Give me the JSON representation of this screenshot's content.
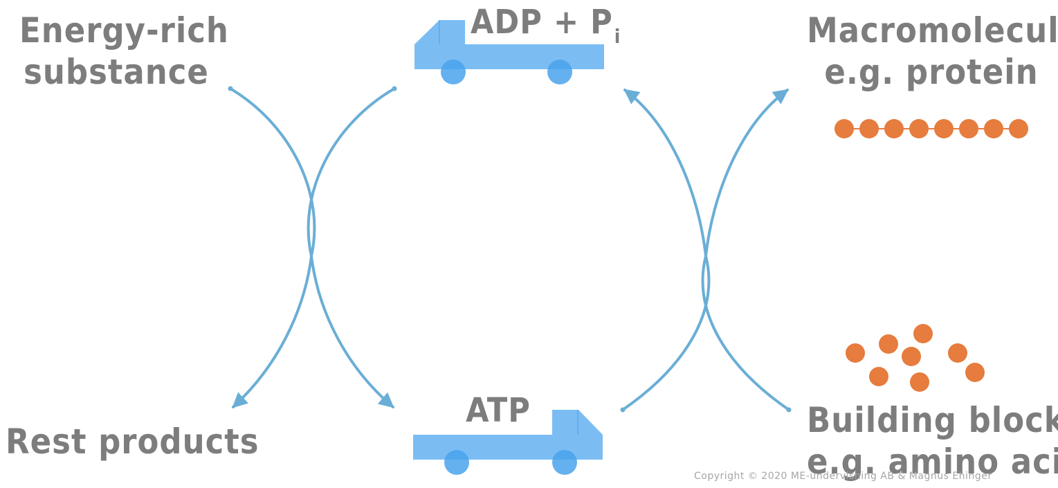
{
  "labels": {
    "energy_rich_line1": "Energy-rich",
    "energy_rich_line2": "substance",
    "rest_products": "Rest products",
    "adp": "ADP + P",
    "adp_subscript": "i",
    "atp": "ATP",
    "macromolecule_line1": "Macromolecule,",
    "macromolecule_line2": "e.g. protein",
    "building_blocks_line1": "Building blocks,",
    "building_blocks_line2": "e.g. amino acids"
  },
  "copyright": "Copyright © 2020 ME-undervisning AB & Magnus Ehinger",
  "colors": {
    "arrow": "#6aaed6",
    "truck": "#7bbdf3",
    "truck_wheel": "#4aa3ec",
    "bead": "#e67c3d",
    "text": "#7d7d7d",
    "copyright": "#a6a6a6"
  },
  "protein_chain": {
    "bead_count": 8
  },
  "amino_acids": {
    "bead_count": 8
  }
}
